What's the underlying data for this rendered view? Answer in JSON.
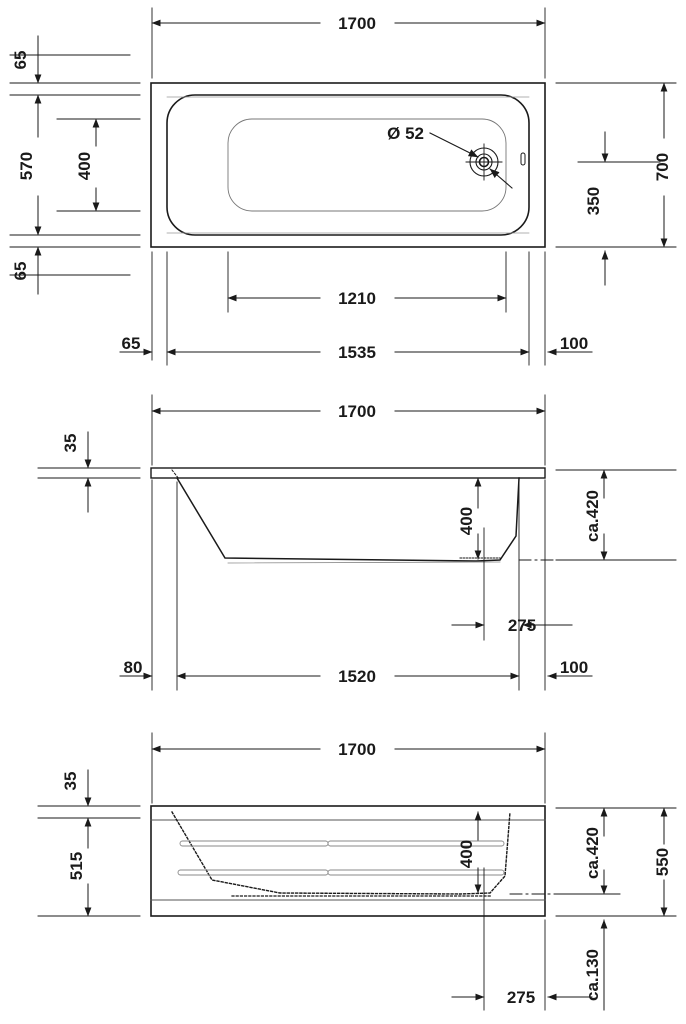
{
  "document": {
    "type": "technical-dimension-drawing",
    "subject": "rectangular built-in bathtub",
    "unit": "mm",
    "views": 3,
    "line_color": "#1a1a1a",
    "thin_line_color": "#888888",
    "background": "#ffffff"
  },
  "view_top": {
    "name": "plan view",
    "dimensions": {
      "overall_length": "1700",
      "overall_width": "700",
      "rim_top": "65",
      "rim_bottom": "65",
      "inner_width": "570",
      "floor_width": "400",
      "drain_label": "Ø 52",
      "drain_from_edge": "350",
      "floor_length": "1210",
      "inner_length": "1535",
      "left_rim": "65",
      "right_rim": "100"
    }
  },
  "view_side": {
    "name": "side elevation",
    "dimensions": {
      "overall_length": "1700",
      "rim_thickness": "35",
      "water_depth": "400",
      "overall_height": "ca.420",
      "drain_offset": "275",
      "left_offset": "80",
      "floor_length": "1520",
      "right_offset": "100"
    }
  },
  "view_front": {
    "name": "front elevation with panel",
    "dimensions": {
      "overall_length": "1700",
      "rim_thickness": "35",
      "panel_height": "515",
      "water_depth": "400",
      "tub_height": "ca.420",
      "total_height": "550",
      "foot_height": "ca.130",
      "drain_offset": "275"
    }
  },
  "labels": {
    "l1700_top": "1700",
    "l65_a": "65",
    "l570": "570",
    "l400_plan": "400",
    "l65_b": "65",
    "l700": "700",
    "l350": "350",
    "ld52": "Ø 52",
    "l1210": "1210",
    "l65_c": "65",
    "l1535": "1535",
    "l100_a": "100",
    "l1700_side": "1700",
    "l35_side": "35",
    "l400_side": "400",
    "lca420_side": "ca.420",
    "l275_side": "275",
    "l80": "80",
    "l1520": "1520",
    "l100_b": "100",
    "l1700_front": "1700",
    "l35_front": "35",
    "l515": "515",
    "l400_front": "400",
    "lca420_front": "ca.420",
    "l550": "550",
    "lca130": "ca.130",
    "l275_front": "275"
  }
}
